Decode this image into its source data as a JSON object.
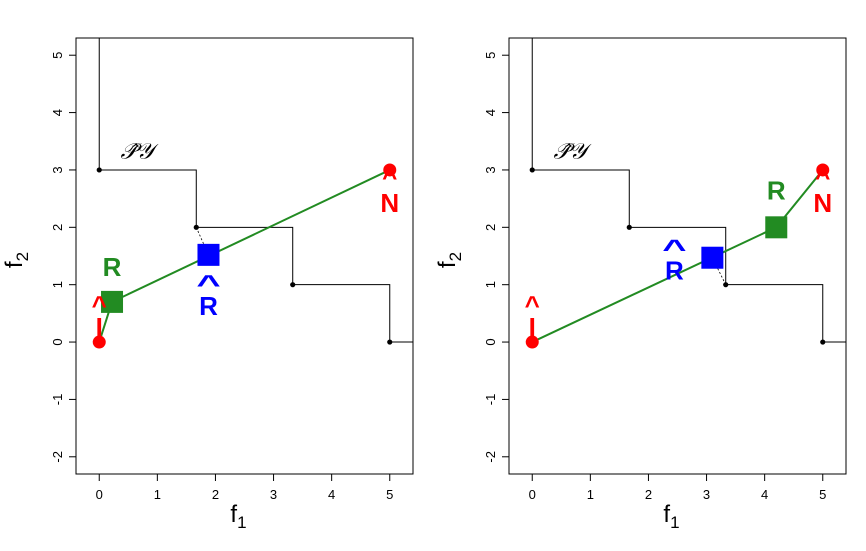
{
  "colors": {
    "red": "#ff0000",
    "blue": "#0000ff",
    "green": "#228b22",
    "black": "#000000"
  },
  "chart_data": [
    {
      "type": "scatter",
      "xlabel": "f",
      "xlabel_sub": "1",
      "ylabel": "f",
      "ylabel_sub": "2",
      "xlim": [
        -0.4,
        5.4
      ],
      "ylim": [
        -2.3,
        5.3
      ],
      "xticks": [
        0,
        1,
        2,
        3,
        4,
        5
      ],
      "yticks": [
        -2,
        -1,
        0,
        1,
        2,
        3,
        4,
        5
      ],
      "xtick_labels": [
        "0",
        "1",
        "2",
        "3",
        "4",
        "5"
      ],
      "ytick_labels": [
        "-2",
        "-1",
        "0",
        "1",
        "2",
        "3",
        "4",
        "5"
      ],
      "pareto_front_label": "𝒫̂𝒴",
      "pareto_points": [
        [
          0,
          3
        ],
        [
          1.67,
          2
        ],
        [
          3.33,
          1
        ],
        [
          5,
          0
        ]
      ],
      "ideal": {
        "label": "I",
        "hat": "^",
        "x": 0,
        "y": 0
      },
      "nadir": {
        "label": "N",
        "hat": "^",
        "x": 5,
        "y": 3
      },
      "reference": {
        "label": "R",
        "x": 0.22,
        "y": 0.7
      },
      "estimated_reference": {
        "label": "R",
        "hat": "^",
        "x": 1.88,
        "y": 1.52
      }
    },
    {
      "type": "scatter",
      "xlabel": "f",
      "xlabel_sub": "1",
      "ylabel": "f",
      "ylabel_sub": "2",
      "xlim": [
        -0.4,
        5.4
      ],
      "ylim": [
        -2.3,
        5.3
      ],
      "xticks": [
        0,
        1,
        2,
        3,
        4,
        5
      ],
      "yticks": [
        -2,
        -1,
        0,
        1,
        2,
        3,
        4,
        5
      ],
      "xtick_labels": [
        "0",
        "1",
        "2",
        "3",
        "4",
        "5"
      ],
      "ytick_labels": [
        "-2",
        "-1",
        "0",
        "1",
        "2",
        "3",
        "4",
        "5"
      ],
      "pareto_front_label": "𝒫̂𝒴",
      "pareto_points": [
        [
          0,
          3
        ],
        [
          1.67,
          2
        ],
        [
          3.33,
          1
        ],
        [
          5,
          0
        ]
      ],
      "ideal": {
        "label": "I",
        "hat": "^",
        "x": 0,
        "y": 0
      },
      "nadir": {
        "label": "N",
        "hat": "^",
        "x": 5,
        "y": 3
      },
      "reference": {
        "label": "R",
        "x": 4.2,
        "y": 2.0
      },
      "estimated_reference": {
        "label": "R",
        "hat": "^",
        "x": 3.1,
        "y": 1.47
      }
    }
  ]
}
